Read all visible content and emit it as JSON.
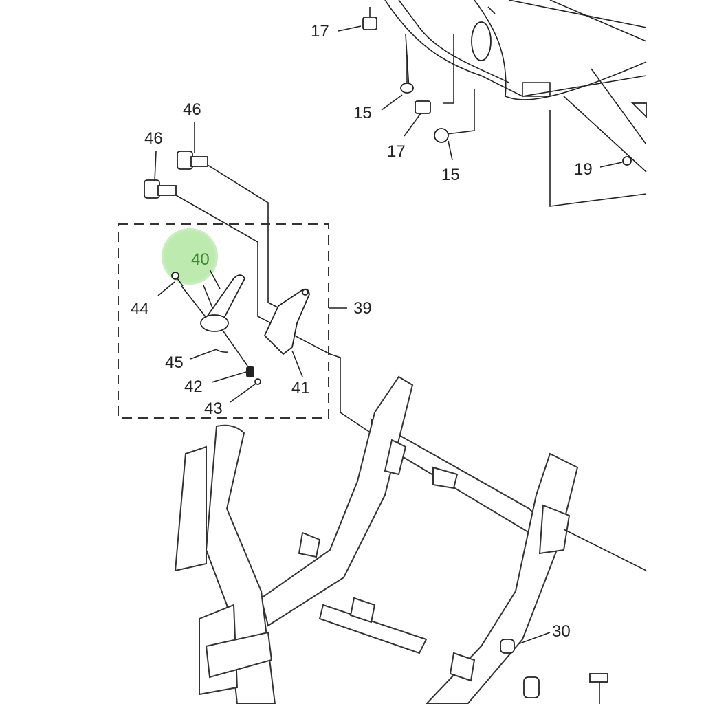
{
  "diagram": {
    "highlight_color": "#8fdc7a",
    "callouts": {
      "c17a": "17",
      "c15a": "15",
      "c17b": "17",
      "c15b": "15",
      "c19": "19",
      "c46a": "46",
      "c46b": "46",
      "c40": "40",
      "c44": "44",
      "c39": "39",
      "c45": "45",
      "c42": "42",
      "c41": "41",
      "c43": "43",
      "c30": "30"
    }
  }
}
